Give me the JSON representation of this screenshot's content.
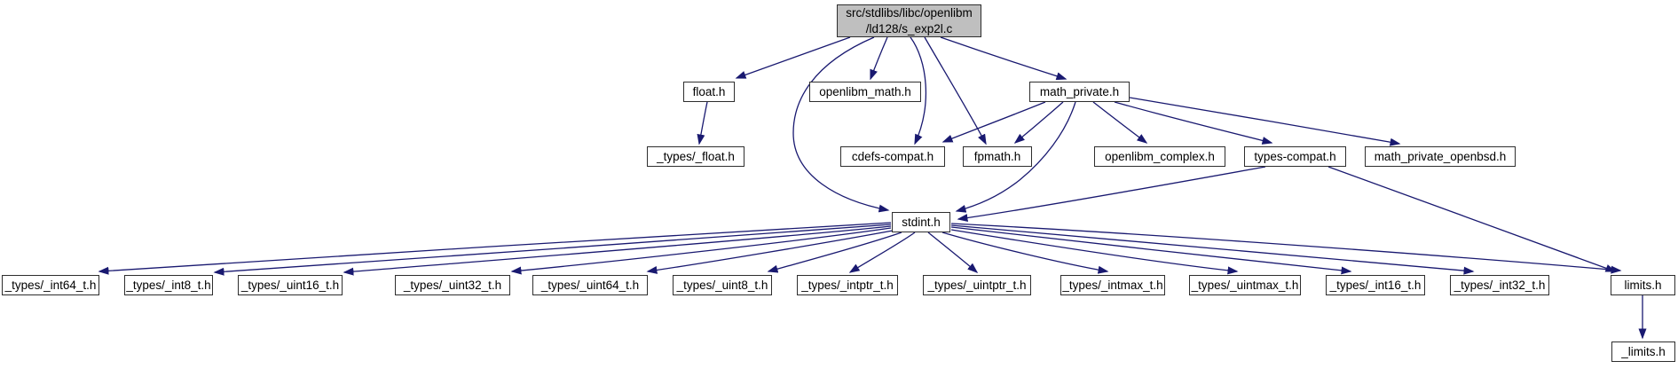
{
  "diagram_type": "include-dependency-graph",
  "colors": {
    "edge": "#191970",
    "node_fill": "#ffffff",
    "current_node_fill": "#bfbfbf",
    "border": "#2e2e2e",
    "text": "#000000",
    "background": "#ffffff"
  },
  "nodes": [
    {
      "id": "root",
      "label": "src/stdlibs/libc/openlibm /ld128/s_exp2l.c",
      "lines": [
        "src/stdlibs/libc/openlibm",
        "/ld128/s_exp2l.c"
      ],
      "current": true
    },
    {
      "id": "float_h",
      "label": "float.h"
    },
    {
      "id": "openlibm_math_h",
      "label": "openlibm_math.h"
    },
    {
      "id": "math_private_h",
      "label": "math_private.h"
    },
    {
      "id": "types_float_h",
      "label": "_types/_float.h"
    },
    {
      "id": "cdefs_compat_h",
      "label": "cdefs-compat.h"
    },
    {
      "id": "fpmath_h",
      "label": "fpmath.h"
    },
    {
      "id": "openlibm_complex_h",
      "label": "openlibm_complex.h"
    },
    {
      "id": "types_compat_h",
      "label": "types-compat.h"
    },
    {
      "id": "math_private_openbsd_h",
      "label": "math_private_openbsd.h"
    },
    {
      "id": "stdint_h",
      "label": "stdint.h"
    },
    {
      "id": "int64_t_h",
      "label": "_types/_int64_t.h"
    },
    {
      "id": "int8_t_h",
      "label": "_types/_int8_t.h"
    },
    {
      "id": "uint16_t_h",
      "label": "_types/_uint16_t.h"
    },
    {
      "id": "uint32_t_h",
      "label": "_types/_uint32_t.h"
    },
    {
      "id": "uint64_t_h",
      "label": "_types/_uint64_t.h"
    },
    {
      "id": "uint8_t_h",
      "label": "_types/_uint8_t.h"
    },
    {
      "id": "intptr_t_h",
      "label": "_types/_intptr_t.h"
    },
    {
      "id": "uintptr_t_h",
      "label": "_types/_uintptr_t.h"
    },
    {
      "id": "intmax_t_h",
      "label": "_types/_intmax_t.h"
    },
    {
      "id": "uintmax_t_h",
      "label": "_types/_uintmax_t.h"
    },
    {
      "id": "int16_t_h",
      "label": "_types/_int16_t.h"
    },
    {
      "id": "int32_t_h",
      "label": "_types/_int32_t.h"
    },
    {
      "id": "limits_h",
      "label": "limits.h"
    },
    {
      "id": "ulimits_h",
      "label": "_limits.h"
    }
  ],
  "edges": [
    {
      "from": "root",
      "to": "float_h"
    },
    {
      "from": "root",
      "to": "openlibm_math_h"
    },
    {
      "from": "root",
      "to": "math_private_h"
    },
    {
      "from": "root",
      "to": "cdefs_compat_h"
    },
    {
      "from": "root",
      "to": "fpmath_h"
    },
    {
      "from": "root",
      "to": "stdint_h"
    },
    {
      "from": "float_h",
      "to": "types_float_h"
    },
    {
      "from": "math_private_h",
      "to": "cdefs_compat_h"
    },
    {
      "from": "math_private_h",
      "to": "fpmath_h"
    },
    {
      "from": "math_private_h",
      "to": "stdint_h"
    },
    {
      "from": "math_private_h",
      "to": "openlibm_complex_h"
    },
    {
      "from": "math_private_h",
      "to": "types_compat_h"
    },
    {
      "from": "math_private_h",
      "to": "math_private_openbsd_h"
    },
    {
      "from": "types_compat_h",
      "to": "stdint_h"
    },
    {
      "from": "types_compat_h",
      "to": "limits_h"
    },
    {
      "from": "stdint_h",
      "to": "int64_t_h"
    },
    {
      "from": "stdint_h",
      "to": "int8_t_h"
    },
    {
      "from": "stdint_h",
      "to": "uint16_t_h"
    },
    {
      "from": "stdint_h",
      "to": "uint32_t_h"
    },
    {
      "from": "stdint_h",
      "to": "uint64_t_h"
    },
    {
      "from": "stdint_h",
      "to": "uint8_t_h"
    },
    {
      "from": "stdint_h",
      "to": "intptr_t_h"
    },
    {
      "from": "stdint_h",
      "to": "uintptr_t_h"
    },
    {
      "from": "stdint_h",
      "to": "intmax_t_h"
    },
    {
      "from": "stdint_h",
      "to": "uintmax_t_h"
    },
    {
      "from": "stdint_h",
      "to": "int16_t_h"
    },
    {
      "from": "stdint_h",
      "to": "int32_t_h"
    },
    {
      "from": "stdint_h",
      "to": "limits_h"
    },
    {
      "from": "limits_h",
      "to": "ulimits_h"
    }
  ]
}
